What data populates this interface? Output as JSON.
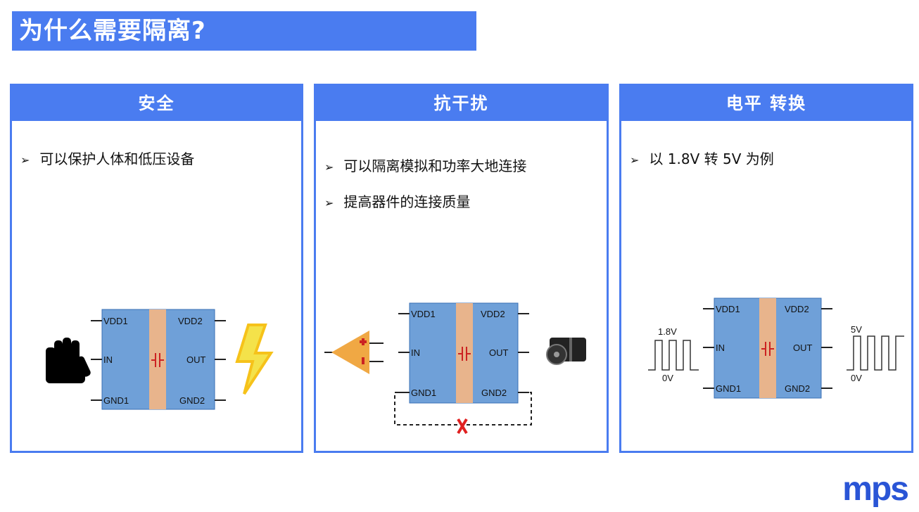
{
  "title": "为什么需要隔离?",
  "panels": [
    {
      "header": "安全",
      "bullets": [
        "可以保护人体和低压设备"
      ],
      "chip": {
        "vdd1": "VDD1",
        "vdd2": "VDD2",
        "in": "IN",
        "out": "OUT",
        "gnd1": "GND1",
        "gnd2": "GND2"
      }
    },
    {
      "header": "抗干扰",
      "bullets": [
        "可以隔离模拟和功率大地连接",
        "提高器件的连接质量"
      ],
      "chip": {
        "vdd1": "VDD1",
        "vdd2": "VDD2",
        "in": "IN",
        "out": "OUT",
        "gnd1": "GND1",
        "gnd2": "GND2"
      }
    },
    {
      "header": "电平 转换",
      "bullets": [
        "以 1.8V 转 5V 为例"
      ],
      "chip": {
        "vdd1": "VDD1",
        "vdd2": "VDD2",
        "in": "IN",
        "out": "OUT",
        "gnd1": "GND1",
        "gnd2": "GND2"
      },
      "levels": {
        "in_high": "1.8V",
        "in_low": "0V",
        "out_high": "5V",
        "out_low": "0V"
      }
    }
  ],
  "logo": "mps",
  "colors": {
    "accent": "#4a7cf0",
    "chip": "#6fa0d8",
    "barrier": "#e8b48c",
    "capacitor": "#cc2222"
  },
  "icons": [
    "hand-icon",
    "lightning-icon",
    "op-amp-icon",
    "motor-icon",
    "x-mark-icon"
  ]
}
